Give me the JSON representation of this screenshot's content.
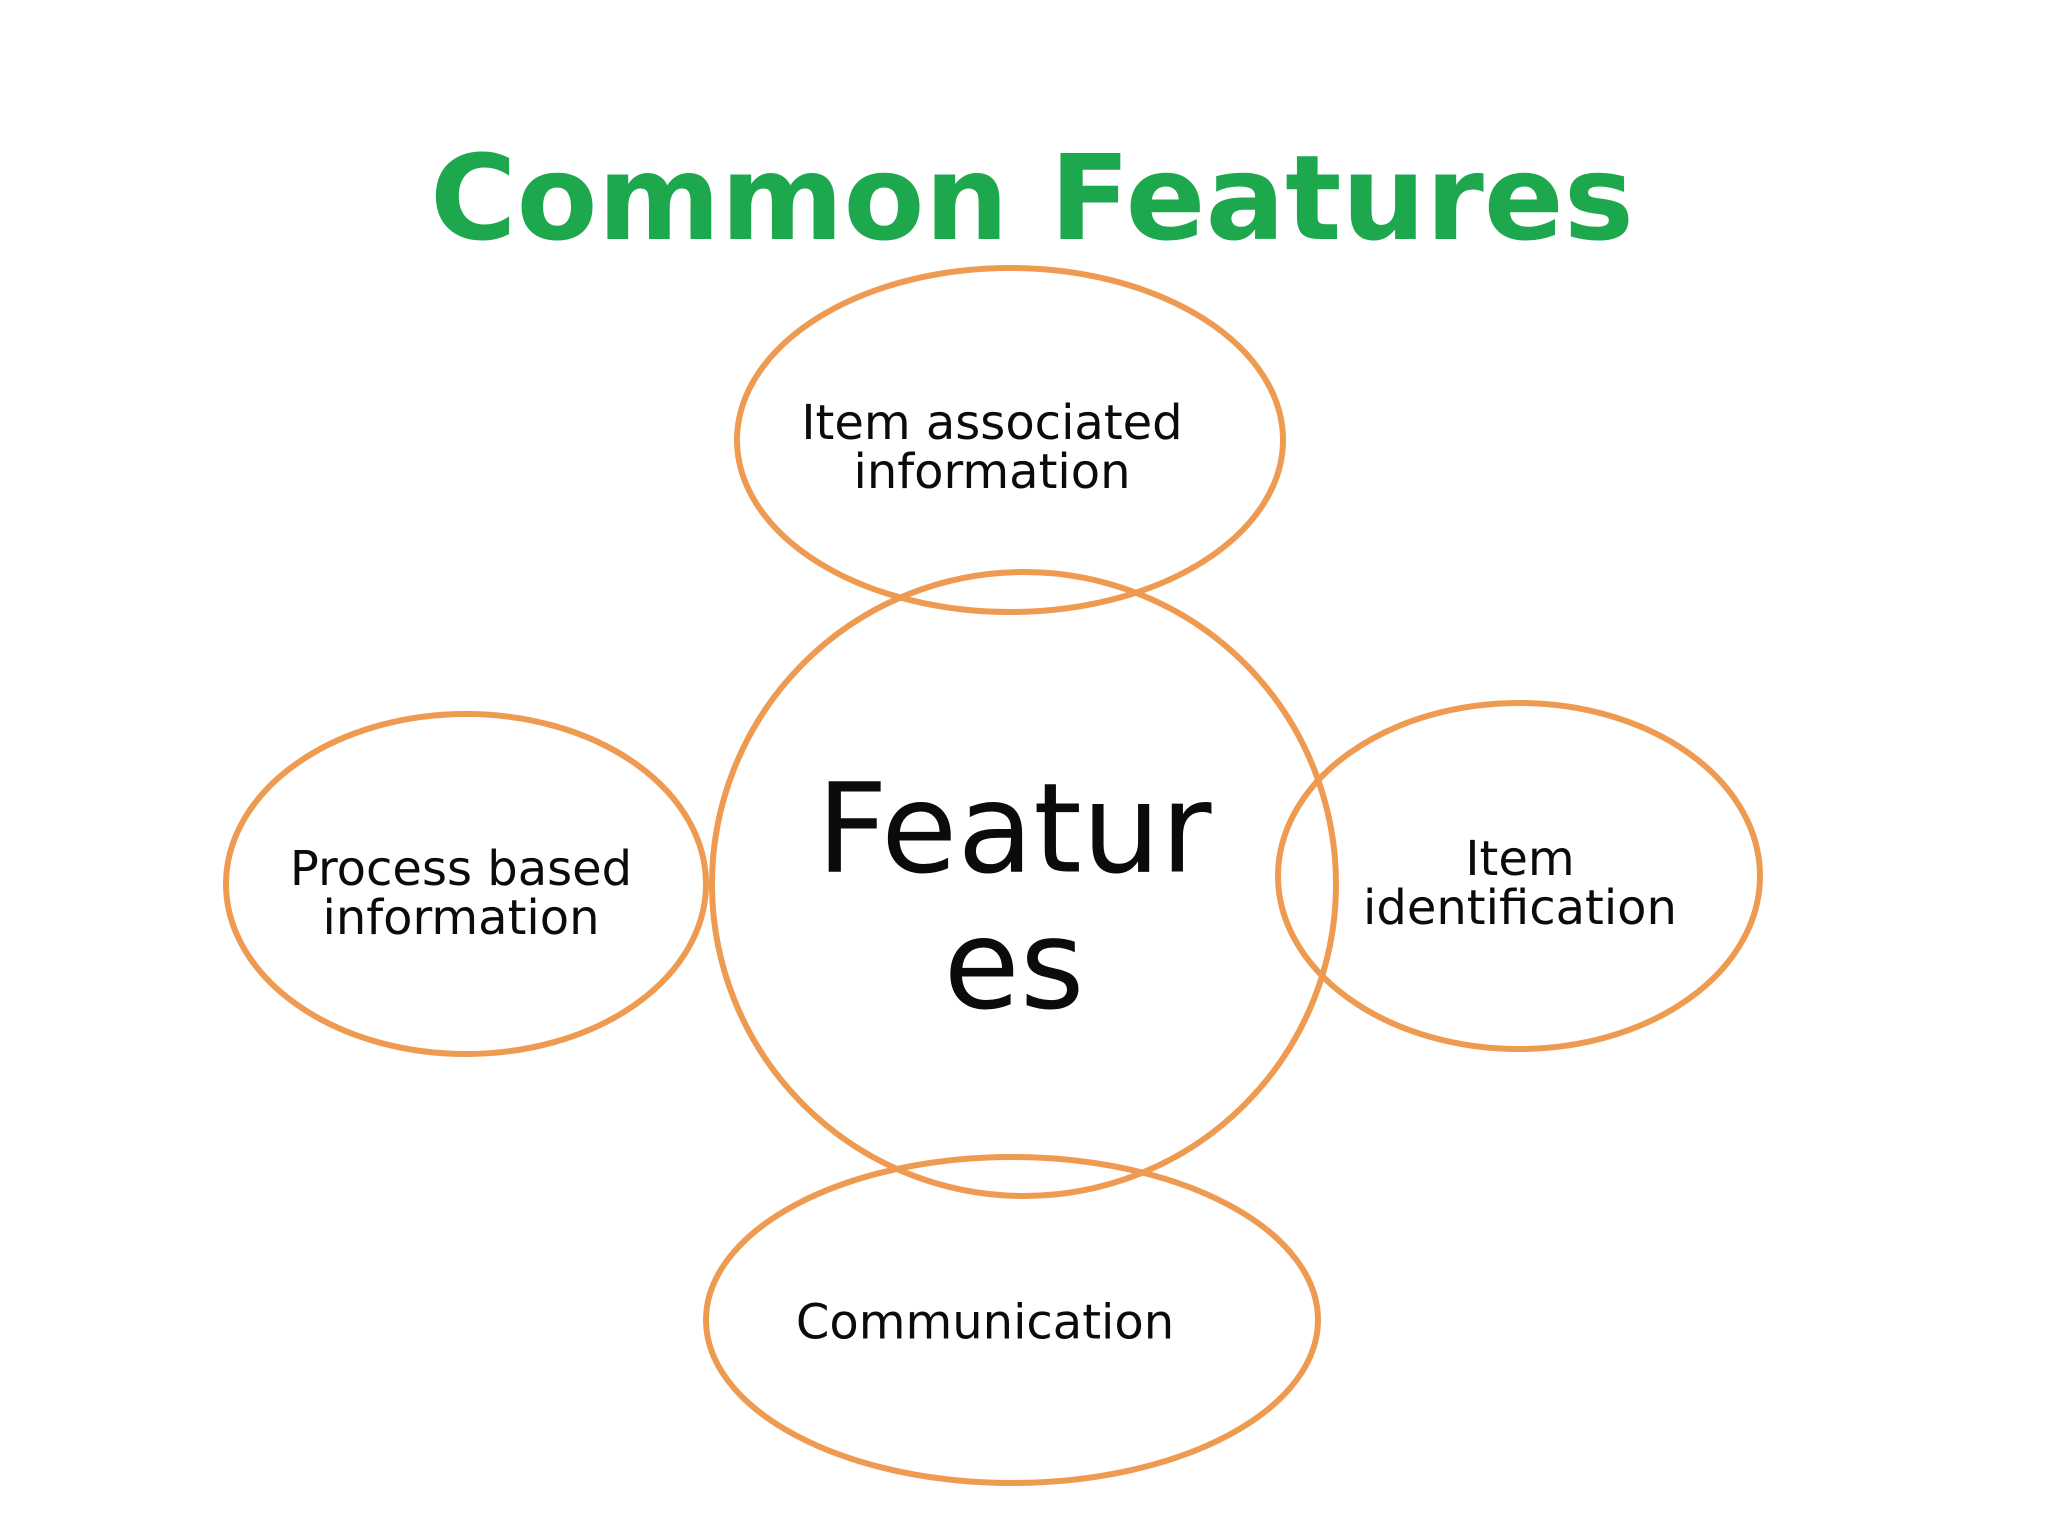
{
  "slide": {
    "title": {
      "text": "Common Features"
    },
    "nodes": {
      "center": {
        "label": "Features",
        "lines": [
          "Featur",
          "es"
        ]
      },
      "top": {
        "lines": [
          "Item associated",
          "information"
        ]
      },
      "right": {
        "lines": [
          "Item",
          "identification"
        ]
      },
      "bottom": {
        "lines": [
          "Communication"
        ]
      },
      "left": {
        "lines": [
          "Process based",
          "information"
        ]
      }
    },
    "colors": {
      "outline": "#ee9a50",
      "title": "#1ea84e",
      "text": "#0b0b0b",
      "background": "#ffffff"
    }
  }
}
